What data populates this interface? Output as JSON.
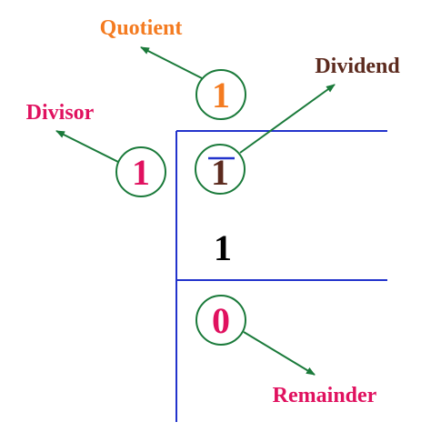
{
  "labels": {
    "quotient": "Quotient",
    "dividend": "Dividend",
    "divisor": "Divisor",
    "remainder": "Remainder"
  },
  "values": {
    "quotient": "1",
    "dividend": "1",
    "divisor": "1",
    "product": "1",
    "remainder": "0"
  },
  "colors": {
    "quotient": "#f47b20",
    "dividend": "#5c2a1e",
    "divisor": "#e0115f",
    "remainder": "#e0115f",
    "product": "#000000",
    "circle": "#1a7a3a",
    "arrow": "#1a7a3a",
    "division_lines": "#2233cc",
    "overline": "#2233cc"
  }
}
